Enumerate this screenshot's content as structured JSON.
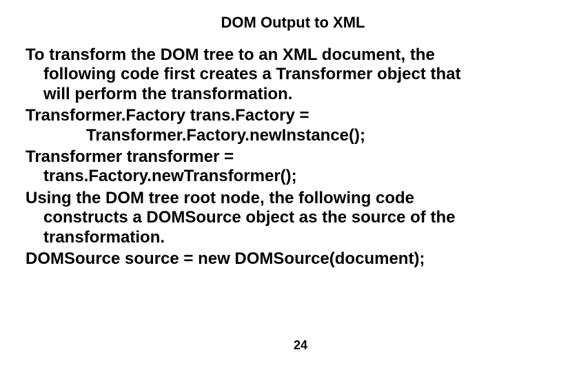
{
  "slide": {
    "title": "DOM Output to XML",
    "paragraphs": [
      {
        "lines": [
          "To transform the DOM tree to an XML document, the",
          "following code first creates a Transformer object that",
          "will perform the transformation."
        ]
      },
      {
        "lines": [
          "Transformer.Factory trans.Factory =",
          "Transformer.Factory.newInstance();"
        ]
      },
      {
        "lines": [
          "Transformer transformer =",
          "trans.Factory.newTransformer();"
        ]
      },
      {
        "lines": [
          "Using the DOM tree root node, the following code",
          "constructs a DOMSource object as the source of the",
          "transformation."
        ]
      },
      {
        "lines": [
          "DOMSource source = new DOMSource(document);"
        ]
      }
    ],
    "page_number": "24"
  }
}
